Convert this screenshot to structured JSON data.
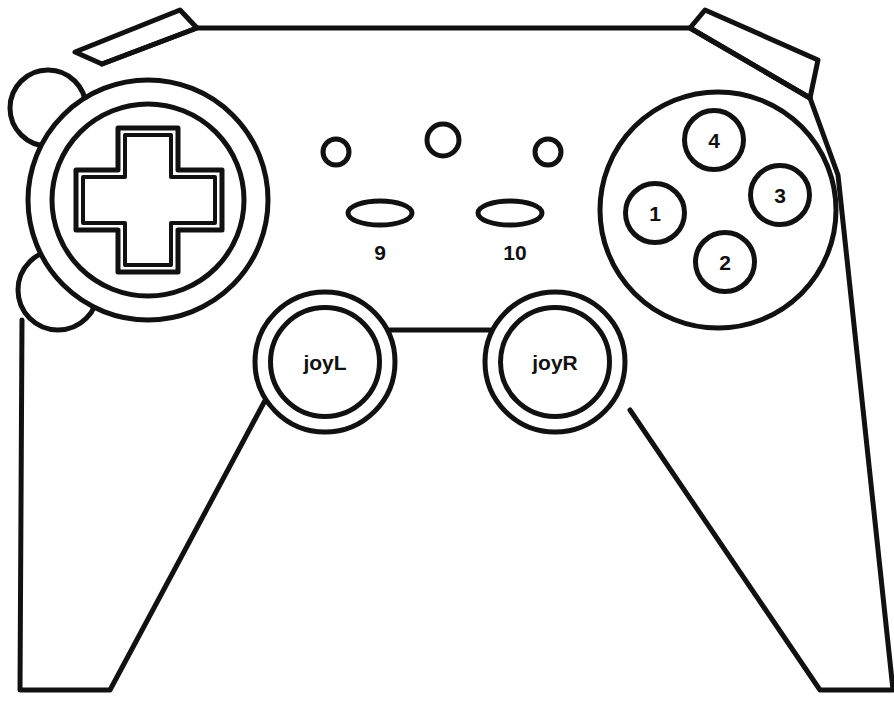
{
  "diagram": {
    "nodes": [
      {
        "text": [
          "4"
        ]
      },
      {
        "text": [
          "1"
        ]
      },
      {
        "text": [
          "3"
        ]
      },
      {
        "text": [
          "2"
        ]
      },
      {
        "text": [
          "joyL"
        ]
      },
      {
        "text": [
          "joyR"
        ]
      }
    ],
    "labels": [
      "9",
      "10"
    ]
  }
}
